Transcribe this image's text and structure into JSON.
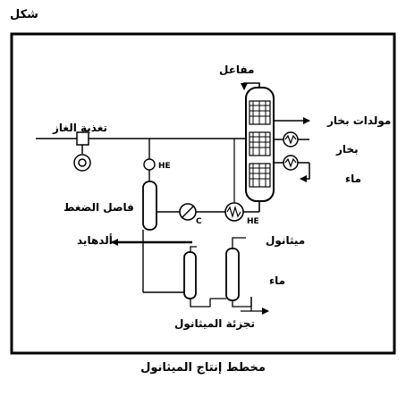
{
  "figure_label": "شكل",
  "caption": "مخطط إنتاج الميثانول",
  "labels": {
    "reactor": "مفاعل",
    "gas_feed": "تغذية الغاز",
    "steam_generators": "مولدات بخار",
    "steam": "بخار",
    "water_top": "ماء",
    "pressure_separator": "فاصل الضغط",
    "aldehydes": "ألدهايد",
    "methanol_out": "ميثانول",
    "water_bottom": "ماء",
    "methanol_fractionation": "تجزئة الميثانول",
    "he_1": "HE",
    "he_2": "HE",
    "cooler": "C"
  },
  "colors": {
    "line": "#000000",
    "background": "#ffffff"
  },
  "icons": [
    "compressor-icon",
    "heat-exchanger-icon",
    "cooler-icon",
    "reactor-icon",
    "column-icon"
  ]
}
